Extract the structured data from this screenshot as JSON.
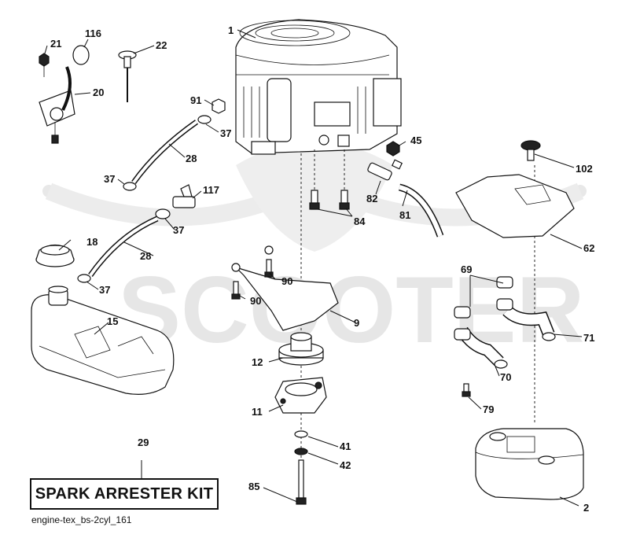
{
  "watermark": {
    "text": "SCOOTER"
  },
  "callouts": {
    "c1": "1",
    "c2": "2",
    "c9": "9",
    "c11": "11",
    "c12": "12",
    "c15": "15",
    "c18": "18",
    "c20": "20",
    "c21": "21",
    "c22": "22",
    "c28a": "28",
    "c28b": "28",
    "c29": "29",
    "c37a": "37",
    "c37b": "37",
    "c37c": "37",
    "c37d": "37",
    "c41": "41",
    "c42": "42",
    "c45": "45",
    "c62": "62",
    "c69": "69",
    "c70": "70",
    "c71": "71",
    "c79": "79",
    "c81": "81",
    "c82": "82",
    "c84": "84",
    "c85": "85",
    "c90a": "90",
    "c90b": "90",
    "c91": "91",
    "c102": "102",
    "c116": "116",
    "c117": "117"
  },
  "kit_label": "SPARK ARRESTER KIT",
  "figure_id": "engine-tex_bs-2cyl_161"
}
